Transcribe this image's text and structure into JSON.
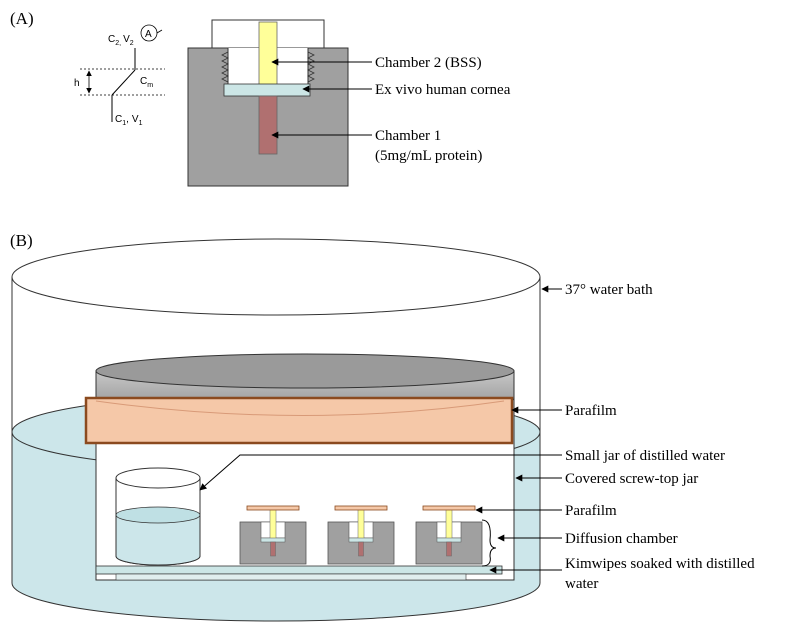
{
  "panels": {
    "a": "(A)",
    "b": "(B)"
  },
  "diagram_a": {
    "top_symbol": "C",
    "top_symbol_sub": "2,",
    "top_volume": "V",
    "top_volume_sub": "2",
    "area_symbol": "A",
    "thickness": "h",
    "membrane_symbol": "C",
    "membrane_sub": "m",
    "bottom_symbol": "C",
    "bottom_symbol_sub": "1",
    "bottom_sep": ",",
    "bottom_volume": "V",
    "bottom_volume_sub": "1",
    "labels": {
      "chamber2": "Chamber 2 (BSS)",
      "cornea": "Ex vivo human cornea",
      "chamber1_line1": "Chamber 1",
      "chamber1_line2": "(5mg/mL protein)"
    }
  },
  "diagram_b": {
    "labels": {
      "water_bath": "37° water bath",
      "parafilm_top": "Parafilm",
      "small_jar": "Small jar of distilled water",
      "screw_jar": "Covered screw-top jar",
      "parafilm_chambers": "Parafilm",
      "diffusion_chamber": "Diffusion chamber",
      "kimwipes_line1": "Kimwipes soaked with distilled",
      "kimwipes_line2": "water"
    }
  },
  "colors": {
    "chamber_gray": "#a0a0a0",
    "chamber1_rod": "#b07070",
    "chamber2_rod": "#ffff99",
    "cornea": "#cce6e6",
    "water": "#cce6ea",
    "parafilm": "#f5c8a8",
    "parafilm_edge": "#8b4a1f"
  }
}
